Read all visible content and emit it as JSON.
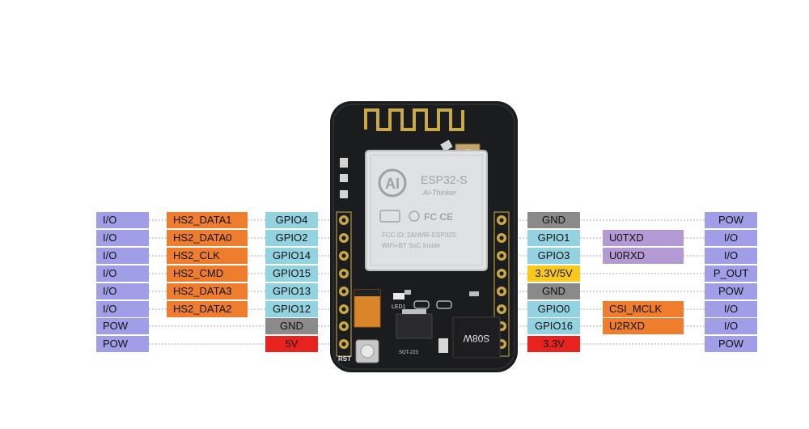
{
  "colors": {
    "io": "#9f9ee6",
    "hs2": "#ee7d2d",
    "gpio": "#93d3e1",
    "gnd": "#8a8a8a",
    "v5": "#e8231f",
    "v33": "#f8c81c",
    "func": "#b39ad4",
    "orange": "#ee7d2d",
    "line": "#bcbcbc"
  },
  "board": {
    "module_logo": "AI",
    "module_name": "ESP32-S",
    "module_maker": "Ai-Thinker",
    "module_fcc": "FCC ID: 2AHMR-ESP32S",
    "module_desc": "WiFi+BT SoC Inside",
    "led_label": "LED1",
    "rst_label": "RST",
    "sot_label": "SOT-223",
    "chip_label": "S08W"
  },
  "left_pins": [
    {
      "type": "I/O",
      "func": "HS2_DATA1",
      "gpio": "GPIO4"
    },
    {
      "type": "I/O",
      "func": "HS2_DATA0",
      "gpio": "GPIO2"
    },
    {
      "type": "I/O",
      "func": "HS2_CLK",
      "gpio": "GPIO14"
    },
    {
      "type": "I/O",
      "func": "HS2_CMD",
      "gpio": "GPIO15"
    },
    {
      "type": "I/O",
      "func": "HS2_DATA3",
      "gpio": "GPIO13"
    },
    {
      "type": "I/O",
      "func": "HS2_DATA2",
      "gpio": "GPIO12"
    },
    {
      "type": "POW",
      "func": "",
      "gpio": "GND"
    },
    {
      "type": "POW",
      "func": "",
      "gpio": "5V"
    }
  ],
  "right_pins": [
    {
      "gpio": "GND",
      "func": "",
      "type": "POW"
    },
    {
      "gpio": "GPIO1",
      "func": "U0TXD",
      "type": "I/O"
    },
    {
      "gpio": "GPIO3",
      "func": "U0RXD",
      "type": "I/O"
    },
    {
      "gpio": "3.3V/5V",
      "func": "",
      "type": "P_OUT"
    },
    {
      "gpio": "GND",
      "func": "",
      "type": "POW"
    },
    {
      "gpio": "GPIO0",
      "func": "CSI_MCLK",
      "type": "I/O"
    },
    {
      "gpio": "GPIO16",
      "func": "U2RXD",
      "type": "I/O"
    },
    {
      "gpio": "3.3V",
      "func": "",
      "type": "POW"
    }
  ]
}
